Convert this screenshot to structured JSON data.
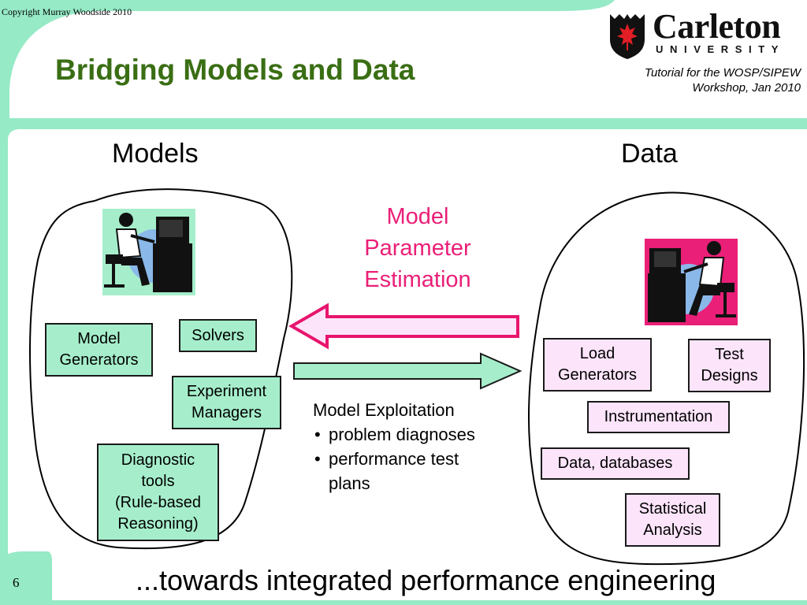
{
  "header": {
    "copyright": "Copyright Murray Woodside 2010",
    "title": "Bridging Models and Data",
    "logo_name": "Carleton",
    "logo_sub": "UNIVERSITY",
    "subtitle_line1": "Tutorial for the WOSP/SIPEW",
    "subtitle_line2": "Workshop, Jan 2010"
  },
  "models": {
    "heading": "Models",
    "boxes": {
      "model_generators": [
        "Model",
        "Generators"
      ],
      "solvers": [
        "Solvers"
      ],
      "experiment_managers": [
        "Experiment",
        "Managers"
      ],
      "diagnostic_tools": [
        "Diagnostic",
        "tools",
        "(Rule-based",
        "Reasoning)"
      ]
    }
  },
  "data": {
    "heading": "Data",
    "boxes": {
      "load_generators": [
        "Load",
        "Generators"
      ],
      "test_designs": [
        "Test",
        "Designs"
      ],
      "instrumentation": [
        "Instrumentation"
      ],
      "data_databases": [
        "Data, databases"
      ],
      "statistical_analysis": [
        "Statistical",
        "Analysis"
      ]
    }
  },
  "arrows": {
    "parameter_estimation": [
      "Model",
      "Parameter",
      "Estimation"
    ],
    "exploitation_title": "Model Exploitation",
    "exploitation_items": [
      "problem diagnoses",
      "performance test",
      "plans"
    ]
  },
  "footer": {
    "page_number": "6",
    "tagline": "...towards integrated performance engineering"
  },
  "colors": {
    "title_green": "#3a6e14",
    "frame_mint": "#96eac6",
    "model_box_fill": "#a6eecb",
    "data_box_fill": "#fce4fa",
    "estimation_text": "#ea1f77",
    "estimation_arrow": "#e8156e"
  },
  "icons": [
    "carleton-shield-icon",
    "person-at-computer-icon"
  ]
}
